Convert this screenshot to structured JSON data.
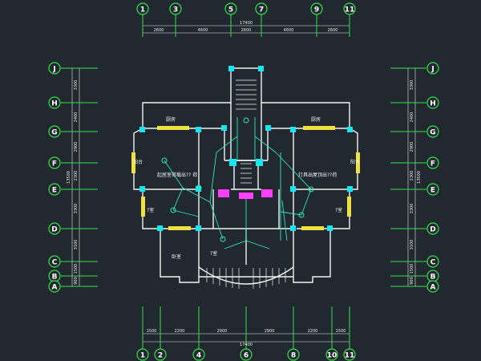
{
  "colors": {
    "background": "#212830",
    "axis": "#33e046",
    "dimension": "#e8e8e8",
    "wall": "#f2f2f2",
    "column": "#13e8f2",
    "window": "#f0e040",
    "wiring": "#2ce6b8",
    "fixture": "#ff40ff",
    "bubble_fill": "#212830",
    "bubble_text": "#ffffff"
  },
  "axes": {
    "top": [
      "1",
      "3",
      "5",
      "7",
      "9",
      "11"
    ],
    "bottom": [
      "1",
      "2",
      "4",
      "6",
      "8",
      "10",
      "11"
    ],
    "left": [
      "J",
      "H",
      "G",
      "F",
      "E",
      "D",
      "C",
      "B",
      "A"
    ],
    "right": [
      "J",
      "H",
      "G",
      "F",
      "E",
      "D",
      "C",
      "B",
      "A"
    ]
  },
  "dimensions": {
    "top_total": "17400",
    "top_segments": [
      "2600",
      "4600",
      "2600",
      "4600",
      "2600"
    ],
    "bottom_total": "17400",
    "bottom_segments": [
      "1500",
      "2200",
      "2900",
      "2900",
      "2200",
      "1500"
    ],
    "left_segments": [
      "3300",
      "2400",
      "2900",
      "2300",
      "3300",
      "3100",
      "1500",
      "900"
    ],
    "left_total": "13500",
    "right_segments": [
      "3300",
      "2400",
      "2900",
      "2300",
      "3300",
      "3100",
      "1500",
      "900"
    ],
    "right_total": "13500"
  },
  "rooms": {
    "living_left": "起居室荷载出?? 荷",
    "living_right": "灯具出屋顶出??荷",
    "kitchen_left": "厨房",
    "kitchen_right": "厨房",
    "bedroom_left": "?室",
    "bedroom_right": "?室",
    "study_left": "卧室",
    "bath_center": "?室",
    "bay_left": "阳台",
    "bay_right": "阳台"
  }
}
